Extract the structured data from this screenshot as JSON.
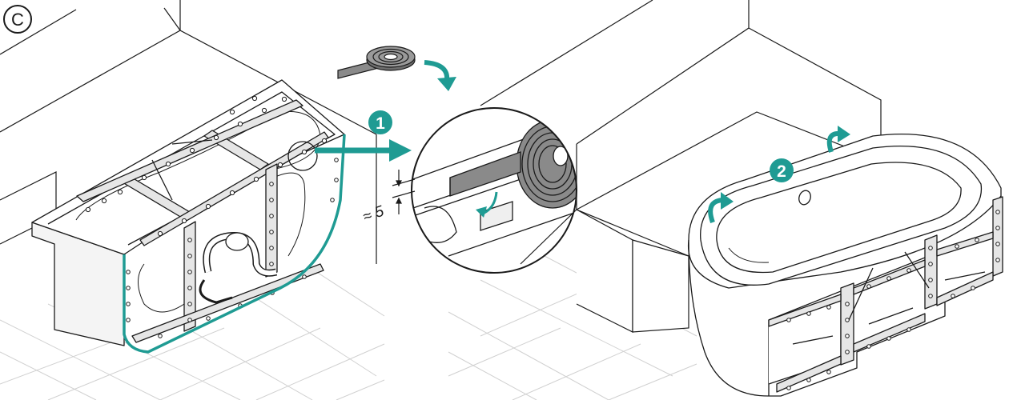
{
  "figure": {
    "panel_letter": "C",
    "callouts": [
      {
        "number": "1"
      },
      {
        "number": "2"
      }
    ],
    "gap_label": "≈ 5",
    "colors": {
      "accent": "#1f9b93",
      "line": "#1a1a1a",
      "frame_fill": "#e6e6e6",
      "tape_fill": "#8a8a8a",
      "floor_grid": "#d0d0d0"
    },
    "icons": [
      "tape-roll-icon",
      "curved-arrow-icon",
      "pointer-arrow-icon",
      "rotate-arrow-icon",
      "magnifier-circle"
    ]
  }
}
